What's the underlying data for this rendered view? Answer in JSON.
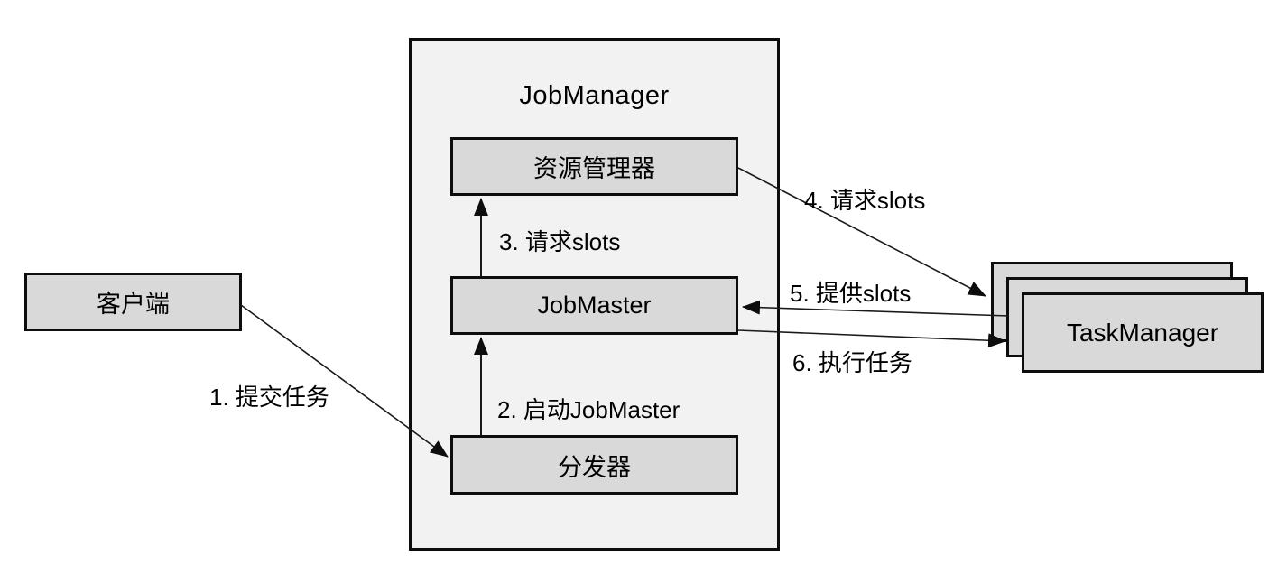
{
  "diagram": {
    "container": {
      "title": "JobManager"
    },
    "nodes": {
      "client": {
        "label": "客户端"
      },
      "resource_manager": {
        "label": "资源管理器"
      },
      "job_master": {
        "label": "JobMaster"
      },
      "dispatcher": {
        "label": "分发器"
      },
      "task_manager": {
        "label": "TaskManager",
        "stack_count": 3
      }
    },
    "edges": [
      {
        "id": 1,
        "label": "1. 提交任务",
        "from": "client",
        "to": "dispatcher"
      },
      {
        "id": 2,
        "label": "2. 启动JobMaster",
        "from": "dispatcher",
        "to": "job_master"
      },
      {
        "id": 3,
        "label": "3. 请求slots",
        "from": "job_master",
        "to": "resource_manager"
      },
      {
        "id": 4,
        "label": "4. 请求slots",
        "from": "resource_manager",
        "to": "task_manager"
      },
      {
        "id": 5,
        "label": "5. 提供slots",
        "from": "task_manager",
        "to": "job_master"
      },
      {
        "id": 6,
        "label": "6. 执行任务",
        "from": "job_master",
        "to": "task_manager"
      }
    ],
    "colors": {
      "background": "#ffffff",
      "container_fill": "#f2f2f2",
      "node_fill": "#d9d9d9",
      "border": "#0d0d0d",
      "line": "#1a1a1a",
      "text": "#000000"
    }
  }
}
